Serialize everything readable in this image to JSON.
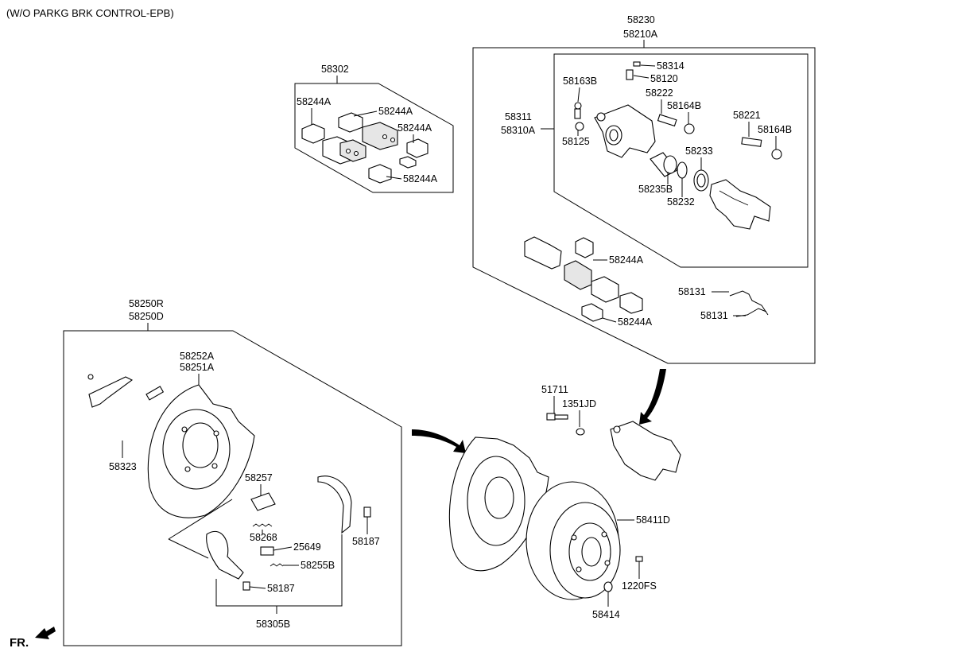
{
  "header_note": "(W/O PARKG BRK CONTROL-EPB)",
  "front_marker": "FR.",
  "caliper_group": {
    "part_numbers": [
      "58230",
      "58210A"
    ],
    "labels": {
      "l58314": "58314",
      "l58120": "58120",
      "l58163B": "58163B",
      "l58222": "58222",
      "l58164B_1": "58164B",
      "l58221": "58221",
      "l58164B_2": "58164B",
      "l58311": "58311",
      "l58310A": "58310A",
      "l58125": "58125",
      "l58233": "58233",
      "l58235B": "58235B",
      "l58232": "58232",
      "l58244A_c1": "58244A",
      "l58244A_c2": "58244A",
      "l58131_1": "58131",
      "l58131_2": "58131"
    }
  },
  "pad_kit": {
    "part_number": "58302",
    "labels": {
      "l1": "58244A",
      "l2": "58244A",
      "l3": "58244A",
      "l4": "58244A"
    }
  },
  "parking_brake_group": {
    "part_numbers": [
      "58250R",
      "58250D"
    ],
    "labels": {
      "l58252A": "58252A",
      "l58251A": "58251A",
      "l58323": "58323",
      "l58257": "58257",
      "l58187_1": "58187",
      "l58268": "58268",
      "l25649": "25649",
      "l58255B": "58255B",
      "l58187_2": "58187",
      "l58305B": "58305B"
    }
  },
  "hub_group": {
    "labels": {
      "l51711": "51711",
      "l1351JD": "1351JD",
      "l58411D": "58411D",
      "l1220FS": "1220FS",
      "l58414": "58414"
    }
  }
}
